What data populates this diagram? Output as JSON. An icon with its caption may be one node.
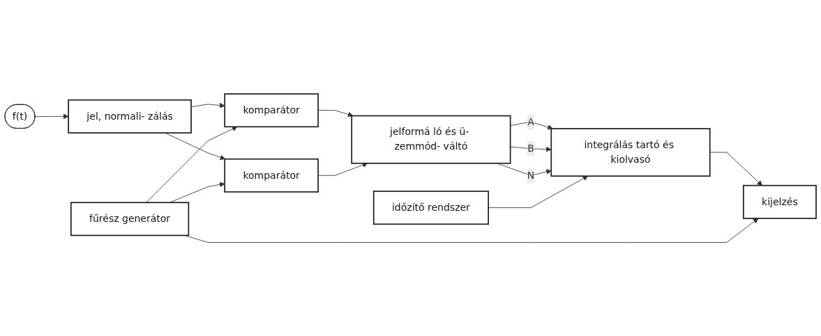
{
  "diagram": {
    "nodes": [
      {
        "text": [
          "f(t)"
        ]
      },
      {
        "text": [
          "jel, normali- zálás"
        ]
      },
      {
        "text": [
          "komparátor"
        ]
      },
      {
        "text": [
          "komparátor"
        ]
      },
      {
        "text": [
          "jelformá ló és ü- zemmód- váltó"
        ]
      },
      {
        "text": [
          "integrálás tartó és kiolvasó"
        ]
      },
      {
        "text": [
          "kijelzés"
        ]
      },
      {
        "text": [
          "időzítő rendszer"
        ]
      },
      {
        "text": [
          "fűrész generátor"
        ]
      }
    ],
    "edges": [
      {
        "from": 0,
        "to": 1,
        "arrow": "to"
      },
      {
        "from": 1,
        "to": 2,
        "arrow": "to"
      },
      {
        "from": 1,
        "to": 3,
        "arrow": "to"
      },
      {
        "from": 8,
        "to": 2,
        "arrow": "to"
      },
      {
        "from": 8,
        "to": 3,
        "arrow": "to"
      },
      {
        "from": 2,
        "to": 4,
        "arrow": "to"
      },
      {
        "from": 3,
        "to": 4,
        "arrow": "to"
      },
      {
        "from": 4,
        "to": 5,
        "label": "A",
        "arrow": "to"
      },
      {
        "from": 4,
        "to": 5,
        "label": "B",
        "arrow": "to"
      },
      {
        "from": 4,
        "to": 5,
        "label": "N",
        "arrow": "to"
      },
      {
        "from": 5,
        "to": 6,
        "arrow": "to"
      },
      {
        "from": 7,
        "to": 5,
        "arrow": "to"
      },
      {
        "from": 8,
        "to": 6,
        "arrow": "to"
      }
    ]
  }
}
